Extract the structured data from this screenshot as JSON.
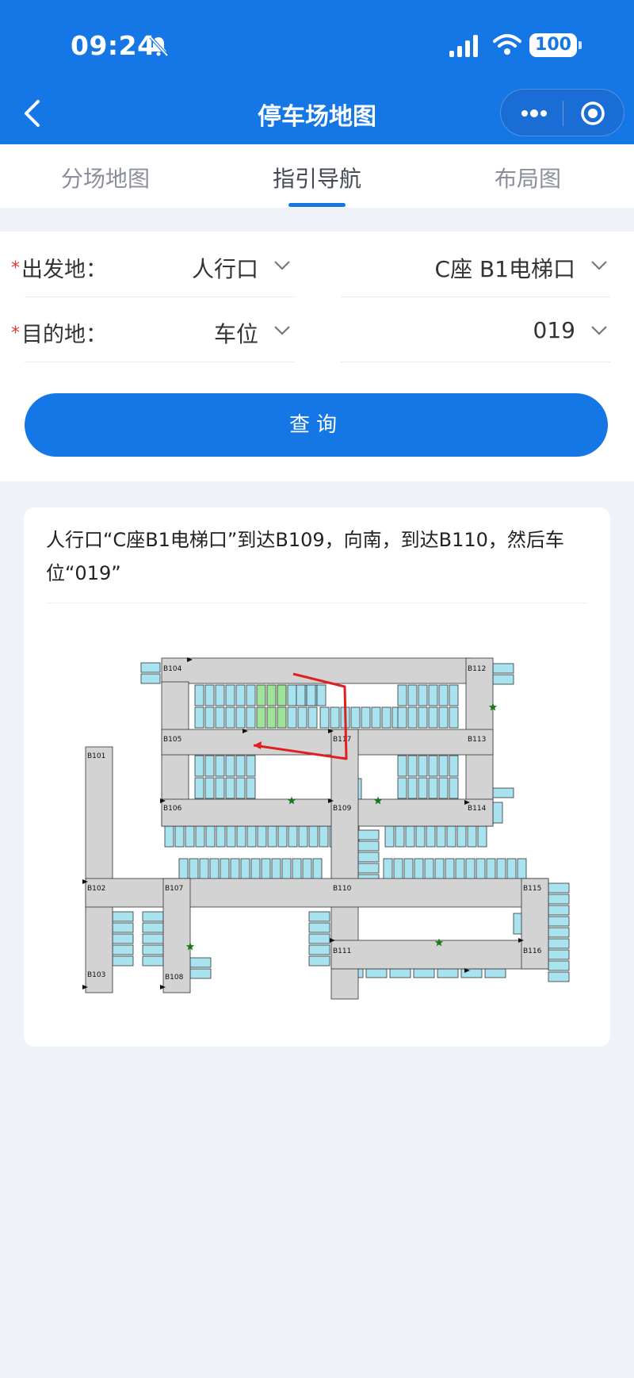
{
  "status_bar": {
    "time": "09:24",
    "battery": "100",
    "icons": [
      "bell-muted-icon",
      "signal-icon",
      "wifi-icon",
      "battery-icon"
    ]
  },
  "nav": {
    "title": "停车场地图",
    "back_icon": "chevron-left-icon",
    "menu_icon": "more-dots-icon",
    "close_icon": "target-circle-icon"
  },
  "tabs": [
    {
      "label": "分场地图",
      "active": false
    },
    {
      "label": "指引导航",
      "active": true
    },
    {
      "label": "布局图",
      "active": false
    }
  ],
  "form": {
    "departure": {
      "required_mark": "*",
      "label": "出发地：",
      "type_value": "人行口",
      "point_value": "C座 B1电梯口"
    },
    "destination": {
      "required_mark": "*",
      "label": "目的地：",
      "type_value": "车位",
      "point_value": "019"
    },
    "query_button": "查询"
  },
  "result": {
    "description": "人行口“C座B1电梯口”到达B109，向南，到达B110，然后车位“019”",
    "map_labels": [
      "B104",
      "B112",
      "B105",
      "B117",
      "B113",
      "B101",
      "B106",
      "B109",
      "B114",
      "B102",
      "B107",
      "B110",
      "B115",
      "B111",
      "B116",
      "B103",
      "B108"
    ]
  },
  "colors": {
    "primary": "#1577e6",
    "route": "#e02020",
    "parking_slot": "#a9e3f0",
    "highlight_slot": "#9ee39a",
    "corridor": "#d3d3d3",
    "marker": "#1a7a1a"
  }
}
